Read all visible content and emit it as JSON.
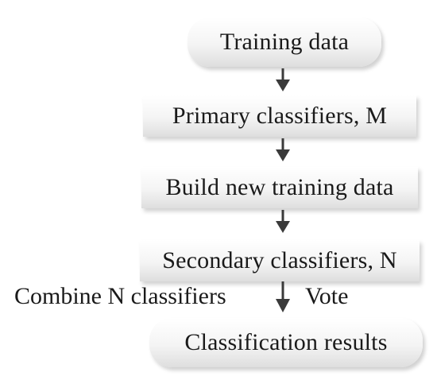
{
  "nodes": {
    "training_data": "Training data",
    "primary_classifiers": "Primary classifiers, M",
    "build_new_training_data": "Build new training data",
    "secondary_classifiers": "Secondary classifiers, N",
    "classification_results": "Classification results"
  },
  "edge_labels": {
    "combine": "Combine N classifiers",
    "vote": "Vote"
  },
  "colors": {
    "arrow": "#3a3a3a",
    "text": "#1a1a1a",
    "node_fill_top": "#ffffff",
    "node_fill_bottom": "#dedede"
  }
}
